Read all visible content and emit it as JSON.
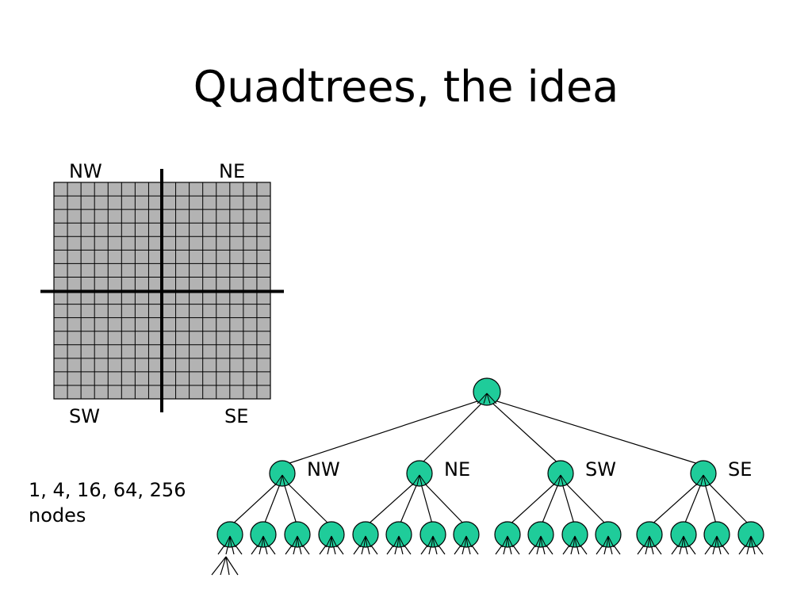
{
  "slide": {
    "title": "Quadtrees, the idea",
    "caption_line1": "1, 4, 16, 64, 256",
    "caption_line2": "nodes"
  },
  "grid": {
    "cells_per_side": 16,
    "cell_fill": "#b3b3b3",
    "line_color": "#000000",
    "quadrant_labels": {
      "nw": "NW",
      "ne": "NE",
      "sw": "SW",
      "se": "SE"
    }
  },
  "tree": {
    "node_color": "#1fcc9a",
    "level1_labels": [
      "NW",
      "NE",
      "SW",
      "SE"
    ]
  }
}
